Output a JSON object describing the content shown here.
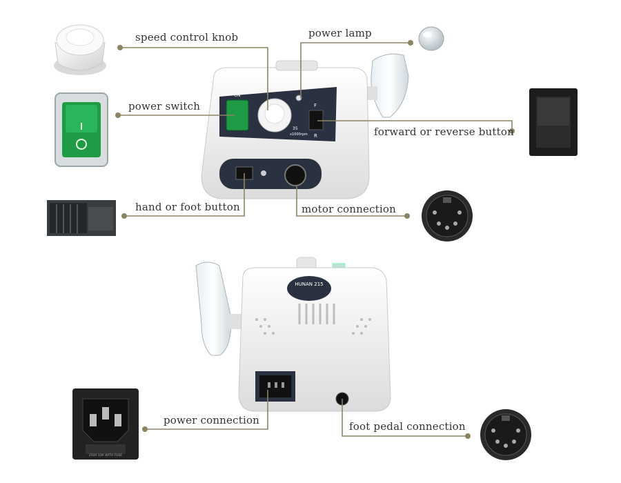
{
  "labels": {
    "speed_control_knob": "speed control knob",
    "power_lamp": "power lamp",
    "power_switch": "power switch",
    "forward_reverse_button": "forward or reverse button",
    "hand_foot_button": "hand or foot button",
    "motor_connection": "motor connection",
    "power_connection": "power connection",
    "foot_pedal_connection": "foot pedal connection"
  },
  "device_front_panel": {
    "on": "ON",
    "forward": "F",
    "reverse": "R",
    "scale": "35",
    "rpm": "x1000rpm"
  },
  "device_rear_badge": "HUNAN 215",
  "power_socket_text": "250V 10A  WITH FUSE",
  "colors": {
    "callout_line": "#8b8463",
    "callout_dot": "#8b8463",
    "panel_dark": "#2a3140",
    "device_body": "#f2f2f2",
    "switch_green": "#1f9a45"
  }
}
